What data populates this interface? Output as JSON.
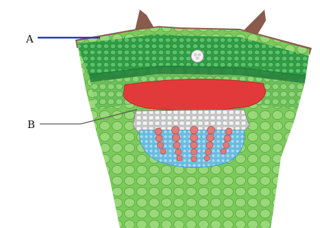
{
  "diagram": {
    "labels": [
      {
        "id": "A",
        "text": "A",
        "leader_color": "#2233cc"
      },
      {
        "id": "B",
        "text": "B",
        "leader_color": "#555555"
      }
    ],
    "colors": {
      "epidermis": "#8b5a4a",
      "cortex_light": "#8fd16e",
      "cortex_dark": "#2fa14a",
      "endodermis_band": "#1e7a3a",
      "hypodermis": "#e23a3a",
      "phloem_cells": "#e27a7a",
      "xylem_region": "#7fc7e8",
      "bundle_sheath": "#e8e8e8"
    }
  }
}
